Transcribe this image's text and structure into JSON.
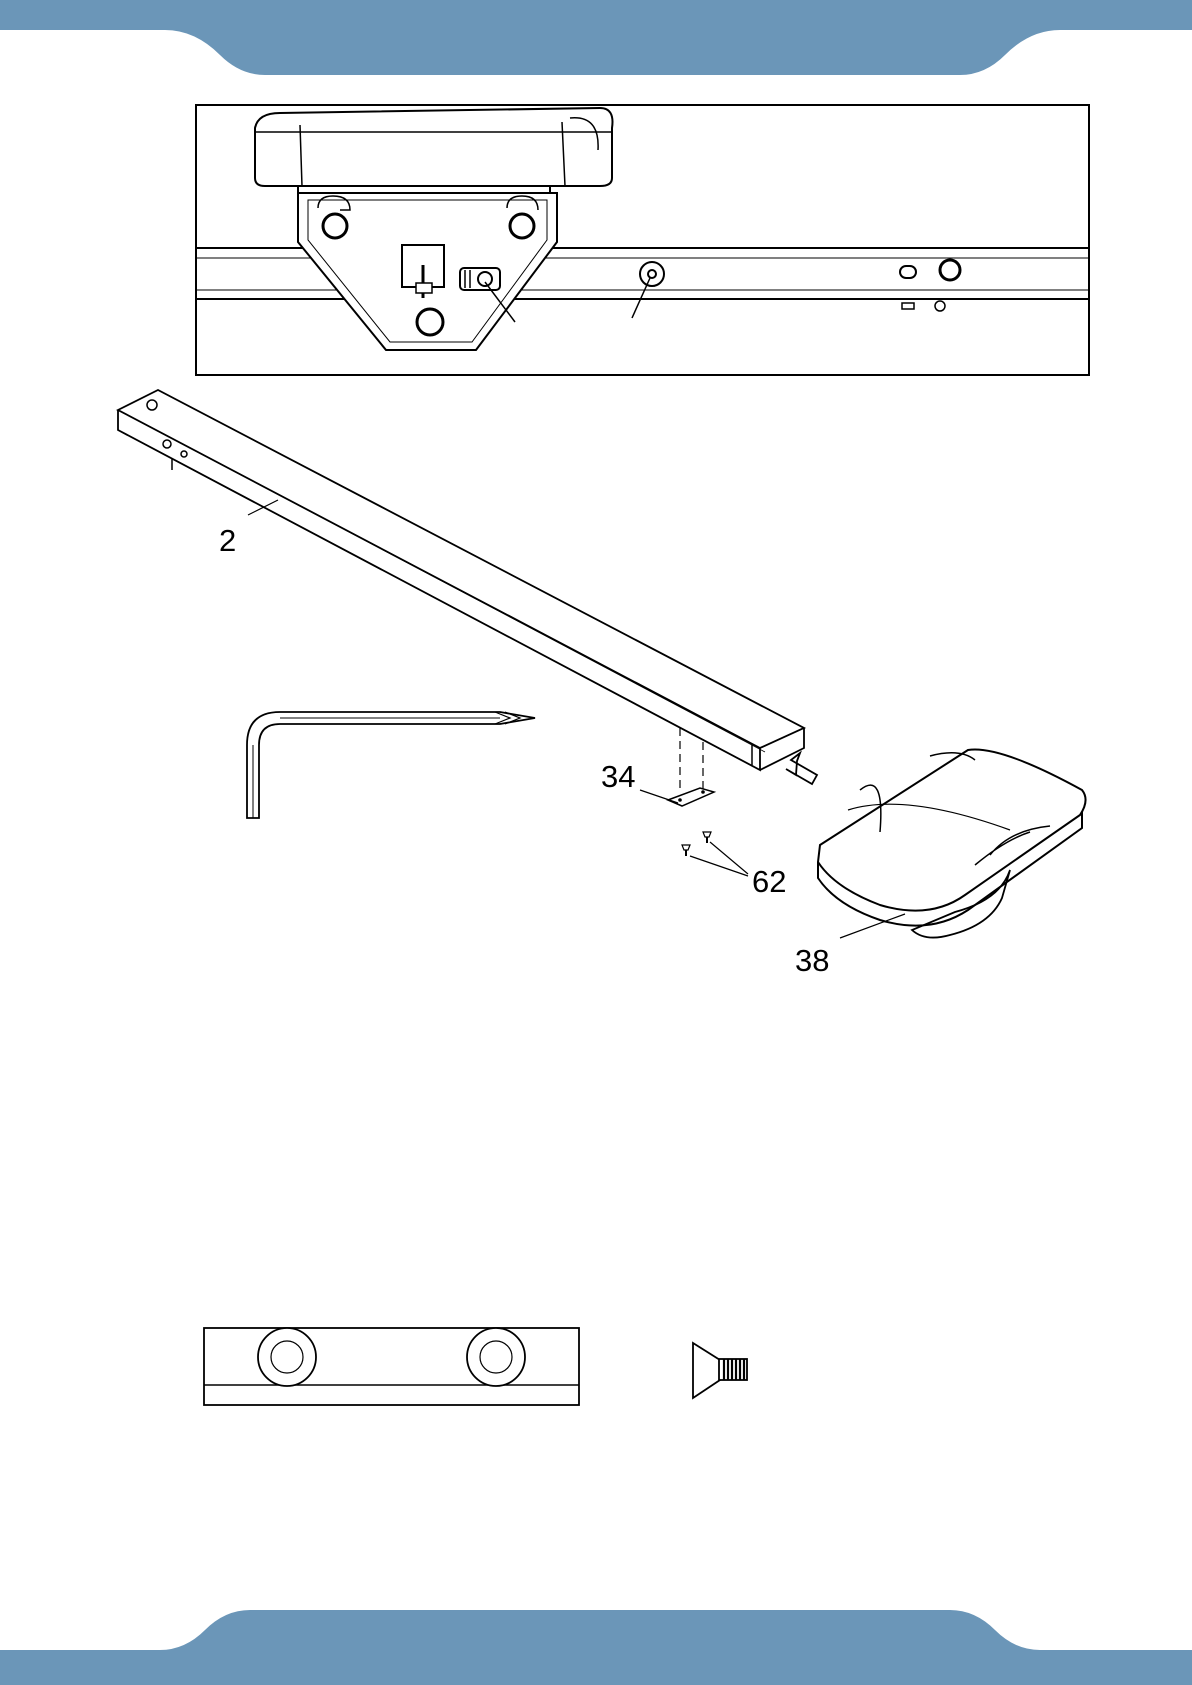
{
  "callouts": {
    "frame": "2",
    "bracket": "34",
    "screws": "62",
    "seat": "38"
  },
  "colors": {
    "band": "#6b96b8",
    "line": "#000000",
    "background": "#ffffff"
  },
  "icons": [
    "hex-key-icon",
    "countersunk-screw-icon",
    "seat-icon"
  ]
}
